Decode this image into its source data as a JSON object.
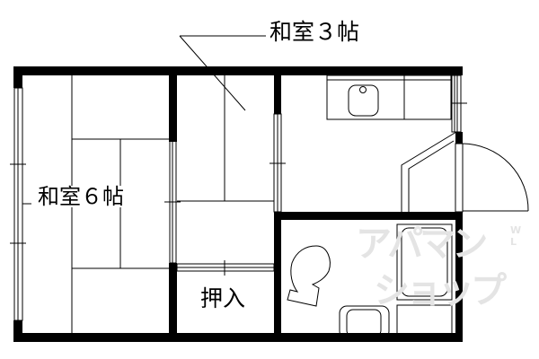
{
  "rooms": {
    "washitsu_6": "和室６帖",
    "washitsu_3": "和室３帖",
    "oshiire": "押入"
  },
  "watermark": {
    "line1": "アパマン",
    "line2": "ショップ",
    "small": "WL"
  },
  "colors": {
    "wall": "#000000",
    "watermark": "#e4e4e4"
  }
}
